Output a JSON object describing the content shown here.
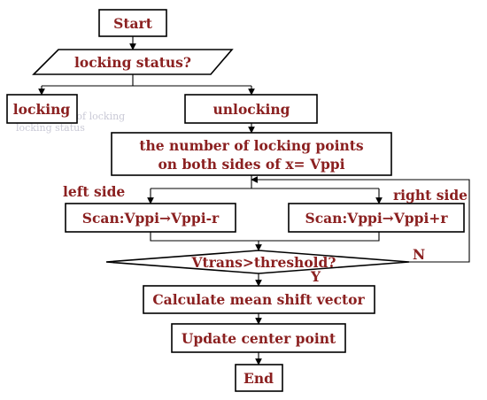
{
  "nodes": {
    "start": "Start",
    "locking_status": "locking status?",
    "locking": "locking",
    "unlocking": "unlocking",
    "count_line1": "the number of locking points",
    "count_line2": "on both sides of x= Vppi",
    "scan_left": "Scan:Vppi→Vppi-r",
    "scan_right": "Scan:Vppi→Vppi+r",
    "threshold": "Vtrans>threshold?",
    "mean_shift": "Calculate mean shift vector",
    "update_center": "Update center point",
    "end": "End"
  },
  "labels": {
    "left_side": "left side",
    "right_side": "right side",
    "yes": "Y",
    "no": "N"
  },
  "ghost_text": {
    "line1": "the number of locking",
    "line2": "locking status"
  },
  "colors": {
    "text": "#8b2020",
    "stroke": "#000000",
    "background": "#ffffff"
  }
}
